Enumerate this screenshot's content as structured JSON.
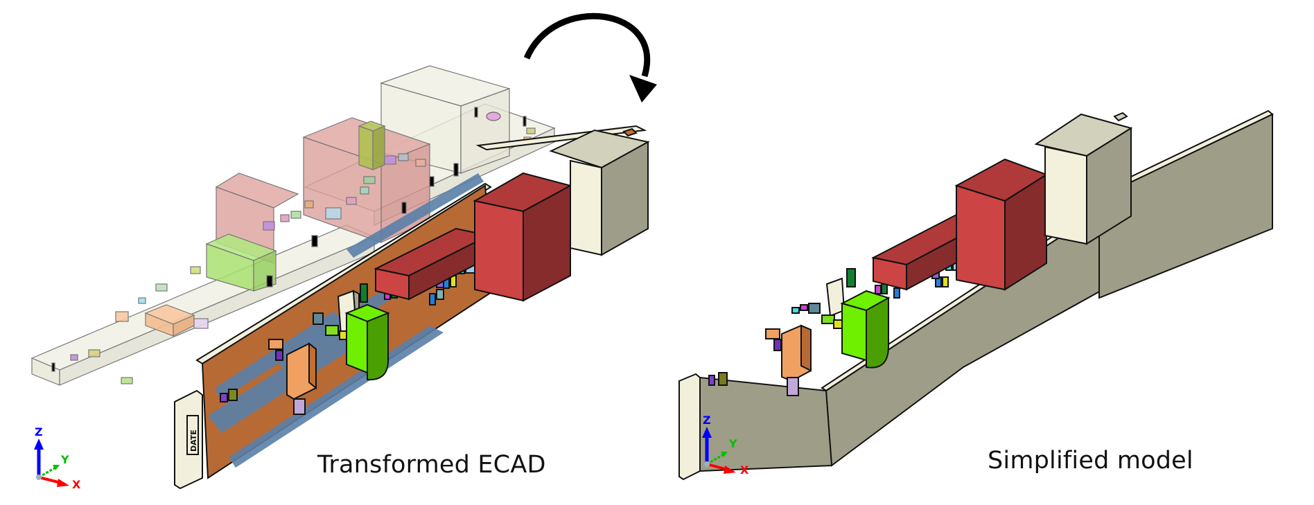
{
  "figure": {
    "left_panel": {
      "caption": "Transformed ECAD",
      "description": "Exploded ECAD PCB assembly with transparent component layer and detailed copper board",
      "rotation_arrow": "curved-rotation-arrow"
    },
    "right_panel": {
      "caption": "Simplified model",
      "description": "Simplified PCB assembly with solid board and components"
    },
    "axis_triad": {
      "labels": {
        "z": "Z",
        "y": "Y",
        "x": "X"
      },
      "colors": {
        "z": "#0000ff",
        "y": "#00c000",
        "x": "#ff0000",
        "origin": "#a0b0c0"
      }
    },
    "board_marking": "DATE"
  },
  "colors": {
    "board_face": "#9e9e88",
    "board_edge": "#f2f0dc",
    "copper": "#b86a34",
    "copper_blue": "#5a80a8",
    "red_block_front": "#cc4444",
    "red_block_top": "#b03a3a",
    "red_block_side": "#862c2c",
    "cream_block_front": "#f3f1dc",
    "cream_block_top": "#d2d1bc",
    "cream_block_side": "#9e9d8a",
    "green_cap_front": "#6ef000",
    "green_cap_side": "#4aa000",
    "orange_component": "#f0a060",
    "transparent_board": "#f1f0e4",
    "transparent_red": "#e0a4a0",
    "transparent_green": "#b0e880",
    "outline": "#111111"
  }
}
